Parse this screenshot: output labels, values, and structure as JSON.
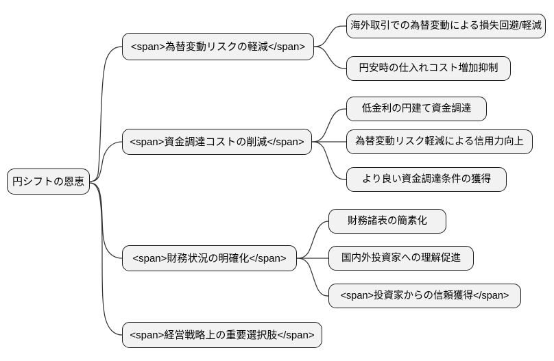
{
  "diagram": {
    "root": {
      "label": "円シフトの恩恵"
    },
    "branches": [
      {
        "label": "<span>為替変動リスクの軽減</span>",
        "children": [
          "海外取引での為替変動による損失回避/軽減",
          "円安時の仕入れコスト増加抑制"
        ]
      },
      {
        "label": "<span>資金調達コストの削減</span>",
        "children": [
          "低金利の円建て資金調達",
          "為替変動リスク軽減による信用力向上",
          "より良い資金調達条件の獲得"
        ]
      },
      {
        "label": "<span>財務状況の明確化</span>",
        "children": [
          "財務諸表の簡素化",
          "国内外投資家への理解促進",
          "<span>投資家からの信頼獲得</span>"
        ]
      },
      {
        "label": "<span>経営戦略上の重要選択肢</span>",
        "children": []
      }
    ],
    "colors": {
      "node_fill": "#f2f2f2",
      "node_border": "#1a1a1a",
      "line": "#333333",
      "background": "#ffffff",
      "text": "#000000"
    }
  }
}
